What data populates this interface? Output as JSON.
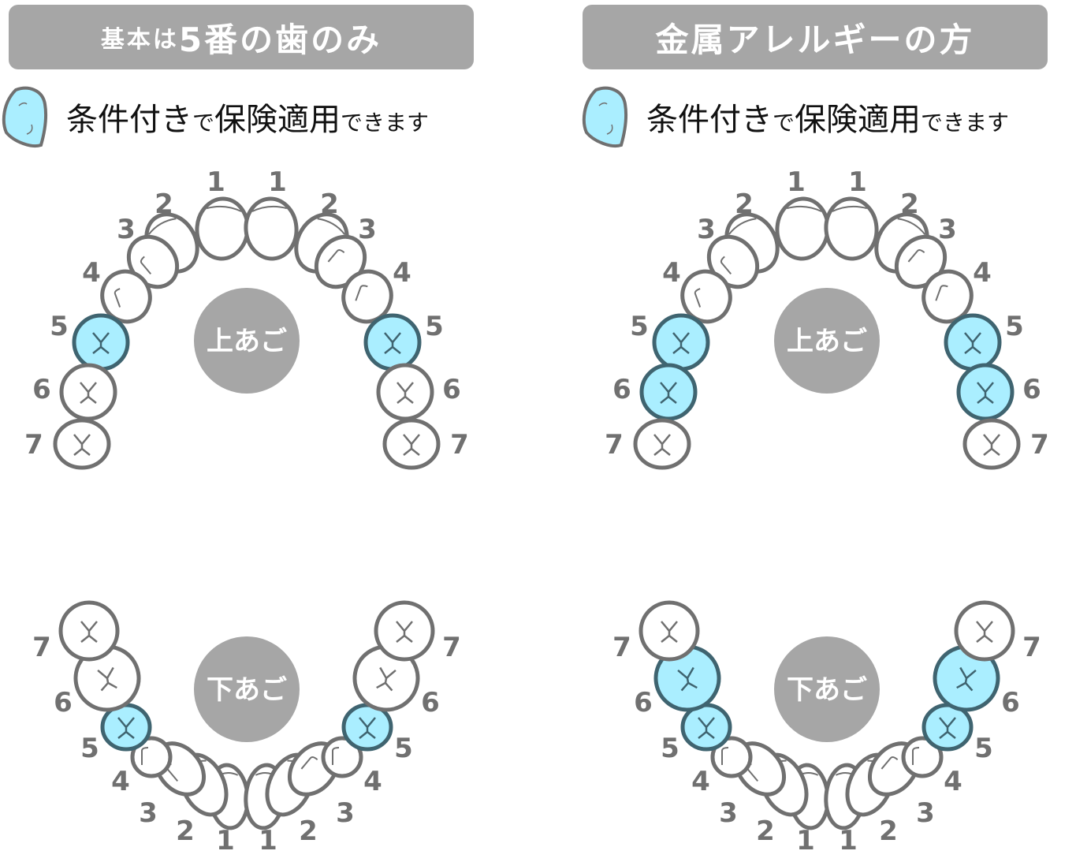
{
  "colors": {
    "banner_bg": "#a6a6a6",
    "covered_fill": "#aaeeff",
    "covered_stroke": "#3f6470",
    "tooth_stroke": "#707070",
    "jaw_circle": "#a6a6a6"
  },
  "panels": [
    {
      "title_prefix": "基本は",
      "title_main": "5番の歯のみ",
      "legend": {
        "part1": "条件付き",
        "part2": "で",
        "part3": "保険適用",
        "part4": "できます"
      },
      "upper_label": "上あご",
      "lower_label": "下あご",
      "covered_upper": [
        5
      ],
      "covered_lower": [
        5
      ]
    },
    {
      "title_prefix": "",
      "title_main": "金属アレルギーの方",
      "legend": {
        "part1": "条件付き",
        "part2": "で",
        "part3": "保険適用",
        "part4": "できます"
      },
      "upper_label": "上あご",
      "lower_label": "下あご",
      "covered_upper": [
        5,
        6
      ],
      "covered_lower": [
        5,
        6
      ]
    }
  ],
  "tooth_numbers": [
    "1",
    "2",
    "3",
    "4",
    "5",
    "6",
    "7"
  ]
}
